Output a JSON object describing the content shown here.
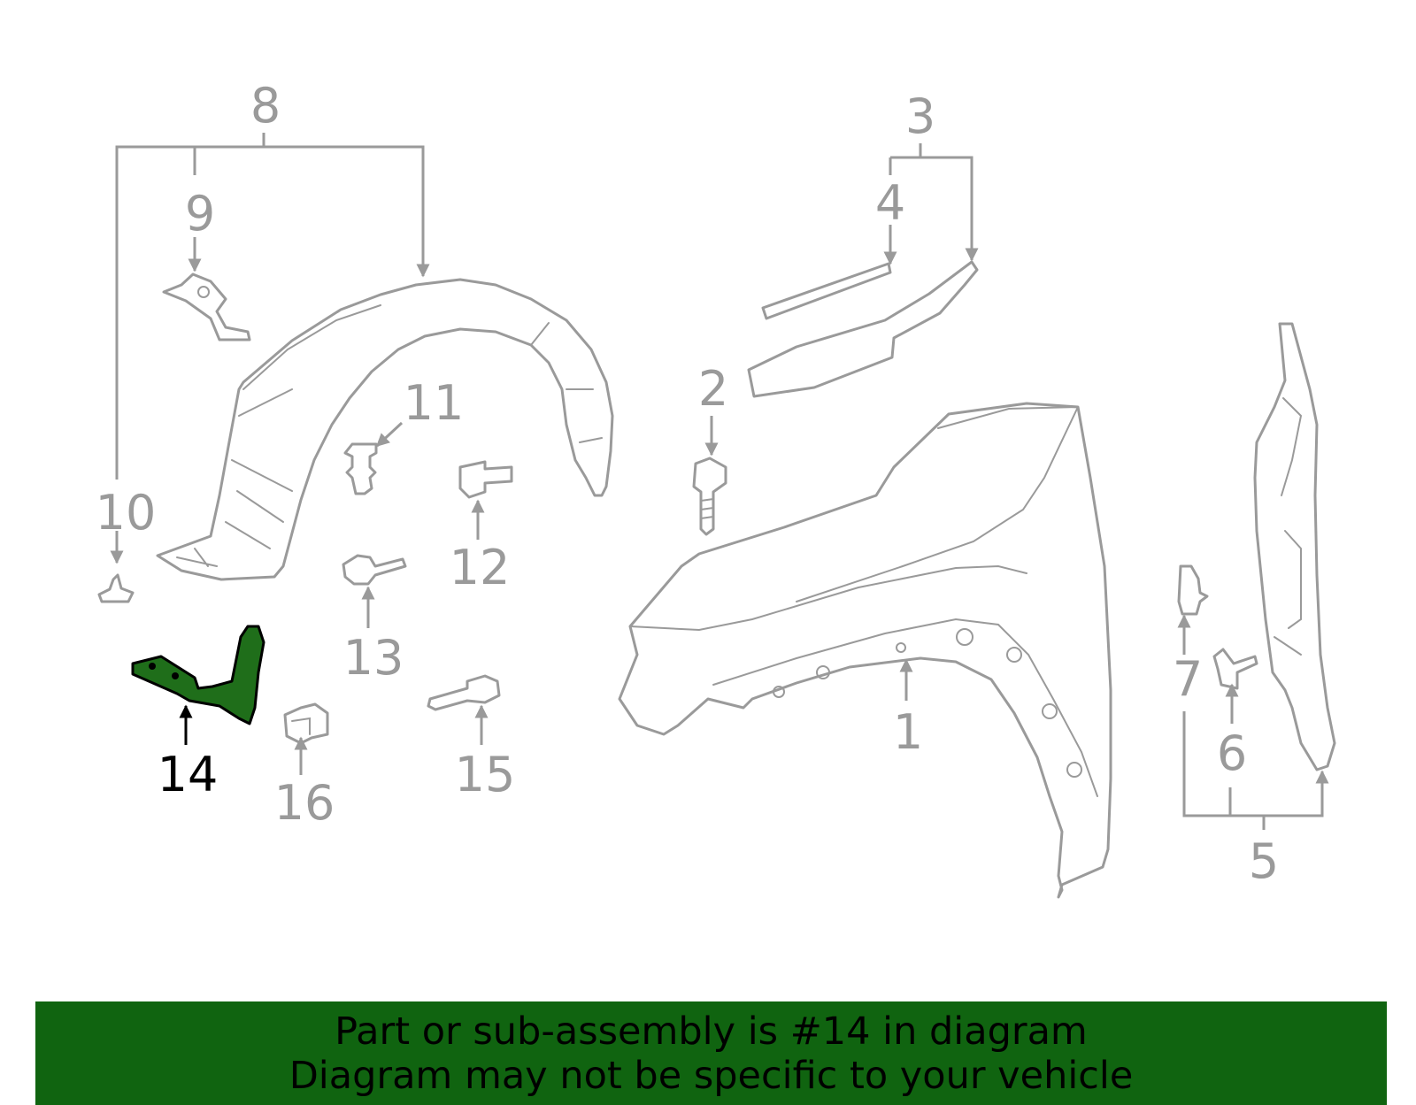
{
  "callouts": {
    "c1": "1",
    "c2": "2",
    "c3": "3",
    "c4": "4",
    "c5": "5",
    "c6": "6",
    "c7": "7",
    "c8": "8",
    "c9": "9",
    "c10": "10",
    "c11": "11",
    "c12": "12",
    "c13": "13",
    "c14": "14",
    "c15": "15",
    "c16": "16"
  },
  "highlighted_part": "14",
  "colors": {
    "highlight_fill": "#1f6e1a",
    "banner_background": "#106410",
    "line_art": "#9a9a9a",
    "highlight_text": "#000000"
  },
  "banner": {
    "line1": "Part or sub-assembly is #14 in diagram",
    "line2": "Diagram may not be specific to your vehicle"
  }
}
